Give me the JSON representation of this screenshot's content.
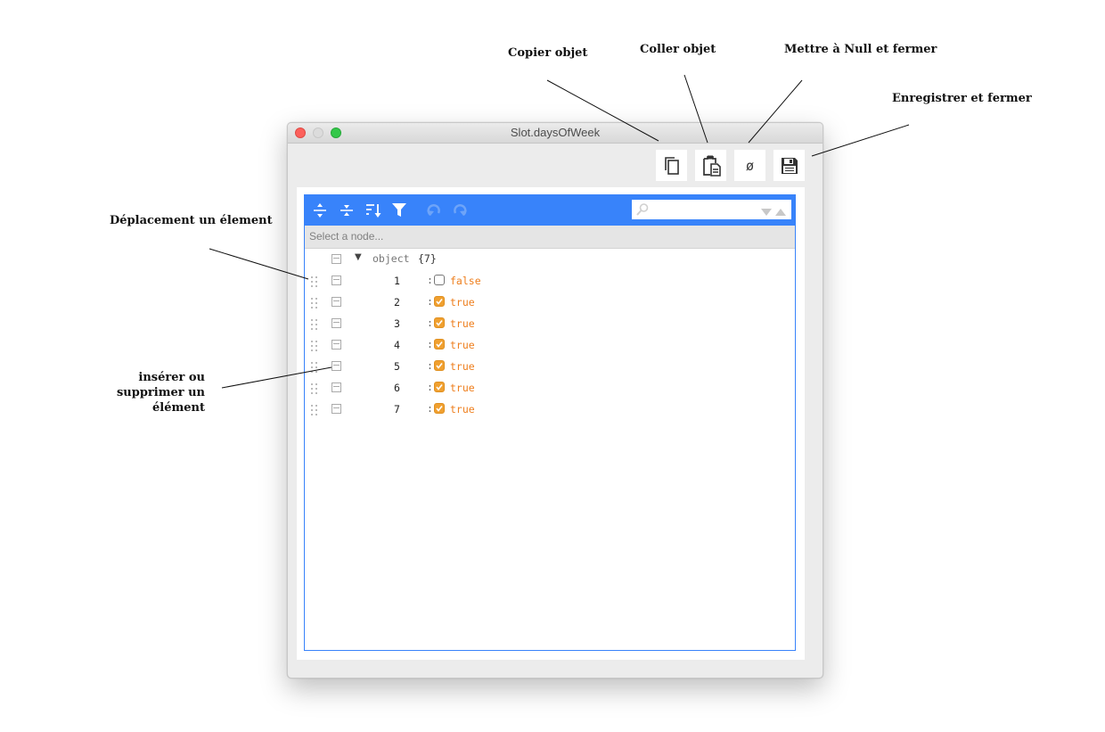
{
  "annotations": {
    "copy": "Copier objet",
    "paste": "Coller objet",
    "null_close": "Mettre à Null et fermer",
    "save_close": "Enregistrer et fermer",
    "move": "Déplacement un élement",
    "insert_line1": "insérer ou",
    "insert_line2": "supprimer un",
    "insert_line3": "élément"
  },
  "window": {
    "title": "Slot.daysOfWeek"
  },
  "toolbar": {
    "copy_icon": "copy-icon",
    "paste_icon": "clipboard-icon",
    "null_label": "ø",
    "save_icon": "save-icon"
  },
  "editor": {
    "menu_icons": [
      "expand-all-icon",
      "collapse-all-icon",
      "sort-icon",
      "filter-icon",
      "undo-icon",
      "redo-icon"
    ],
    "search": {
      "placeholder": ""
    },
    "navbar": "Select a node...",
    "root": {
      "field": "object",
      "count": "{7}",
      "expander": "▼"
    },
    "separator": ":",
    "items": [
      {
        "index": "1",
        "checked": false,
        "value": "false"
      },
      {
        "index": "2",
        "checked": true,
        "value": "true"
      },
      {
        "index": "3",
        "checked": true,
        "value": "true"
      },
      {
        "index": "4",
        "checked": true,
        "value": "true"
      },
      {
        "index": "5",
        "checked": true,
        "value": "true"
      },
      {
        "index": "6",
        "checked": true,
        "value": "true"
      },
      {
        "index": "7",
        "checked": true,
        "value": "true"
      }
    ]
  },
  "colors": {
    "menu_bg": "#3883fa",
    "value_text": "#ee7e1c",
    "checkbox_on": "#f0a030"
  }
}
